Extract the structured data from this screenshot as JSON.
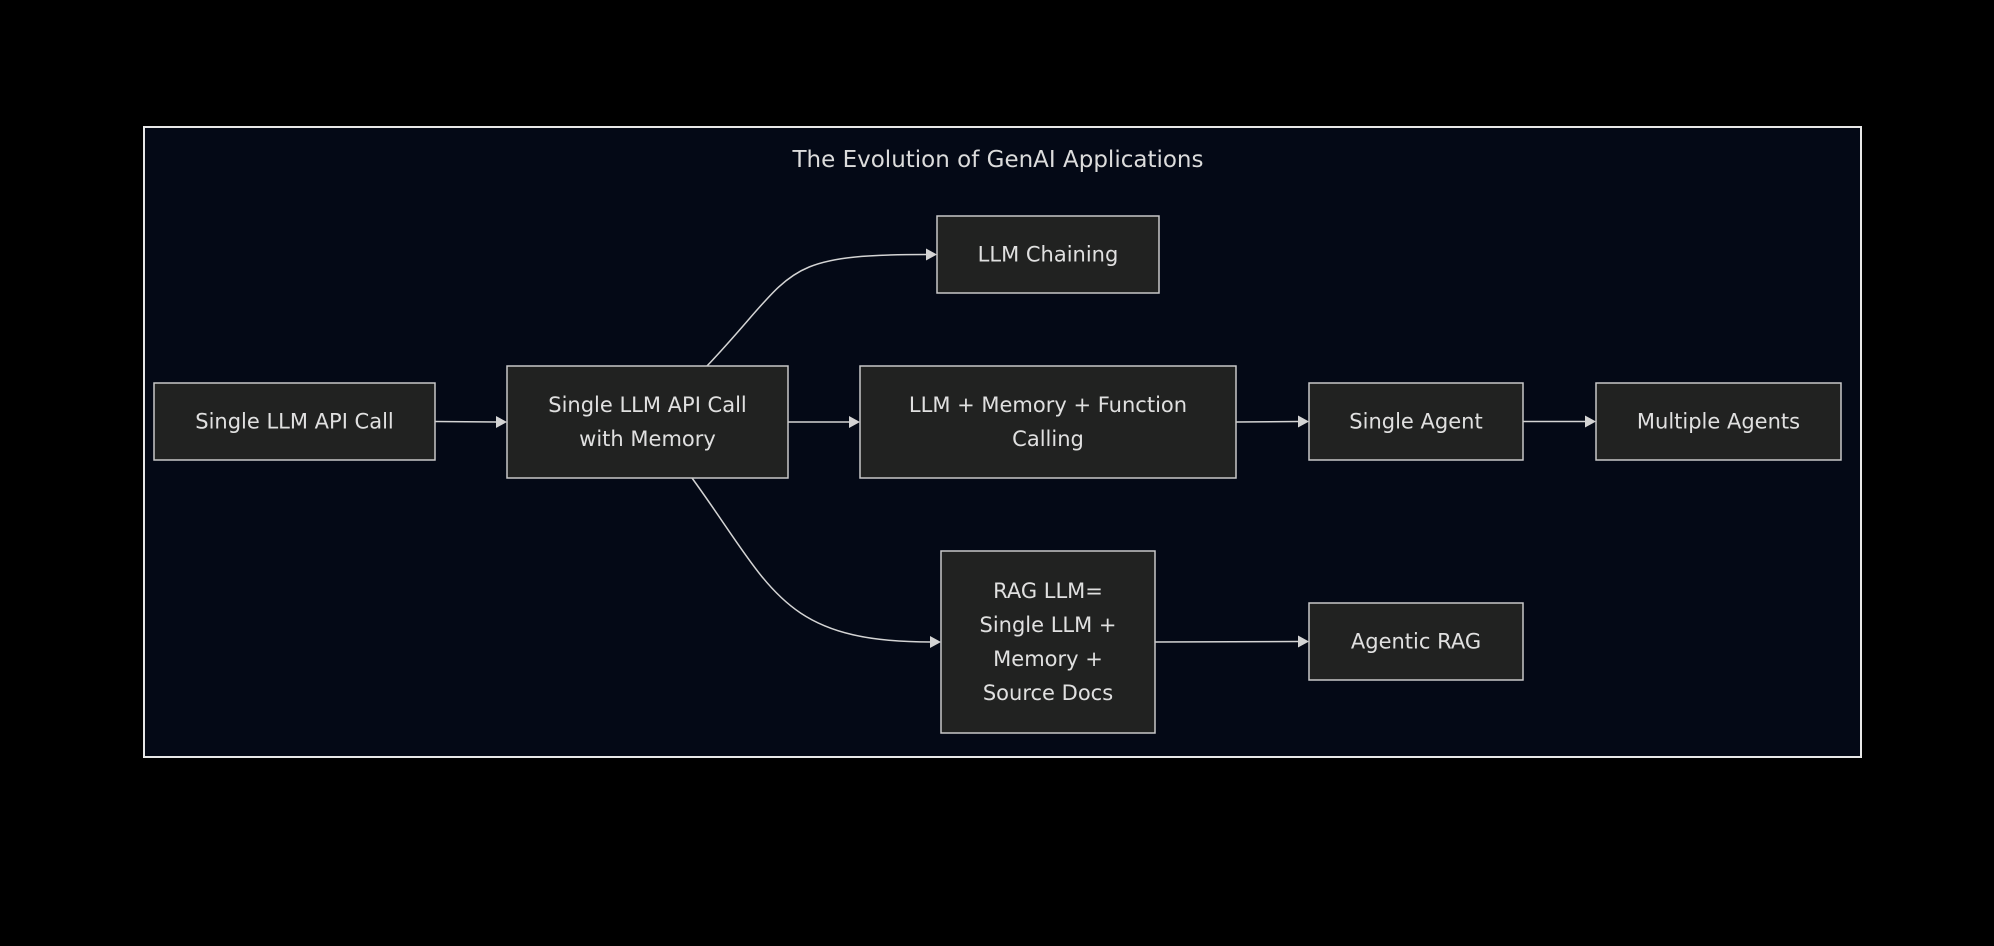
{
  "diagram": {
    "title": "The Evolution of GenAI Applications",
    "colors": {
      "background": "#000000",
      "frame_fill": "#040916",
      "frame_stroke": "#e8e8e8",
      "node_fill": "#212221",
      "node_stroke": "#c8c8c8",
      "text": "#e0e0e0",
      "edge": "#d4d4d4"
    },
    "nodes": [
      {
        "id": "single-llm-api-call",
        "lines": [
          "Single LLM API Call"
        ]
      },
      {
        "id": "single-llm-with-memory",
        "lines": [
          "Single LLM API Call",
          "with Memory"
        ]
      },
      {
        "id": "llm-chaining",
        "lines": [
          "LLM Chaining"
        ]
      },
      {
        "id": "llm-memory-function-calling",
        "lines": [
          "LLM + Memory + Function",
          "Calling"
        ]
      },
      {
        "id": "single-agent",
        "lines": [
          "Single Agent"
        ]
      },
      {
        "id": "multiple-agents",
        "lines": [
          "Multiple Agents"
        ]
      },
      {
        "id": "rag-llm",
        "lines": [
          "RAG LLM=",
          "Single LLM +",
          "Memory +",
          "Source Docs"
        ]
      },
      {
        "id": "agentic-rag",
        "lines": [
          "Agentic RAG"
        ]
      }
    ],
    "edges": [
      {
        "from": "single-llm-api-call",
        "to": "single-llm-with-memory"
      },
      {
        "from": "single-llm-with-memory",
        "to": "llm-chaining"
      },
      {
        "from": "single-llm-with-memory",
        "to": "llm-memory-function-calling"
      },
      {
        "from": "single-llm-with-memory",
        "to": "rag-llm"
      },
      {
        "from": "llm-memory-function-calling",
        "to": "single-agent"
      },
      {
        "from": "single-agent",
        "to": "multiple-agents"
      },
      {
        "from": "rag-llm",
        "to": "agentic-rag"
      }
    ]
  }
}
